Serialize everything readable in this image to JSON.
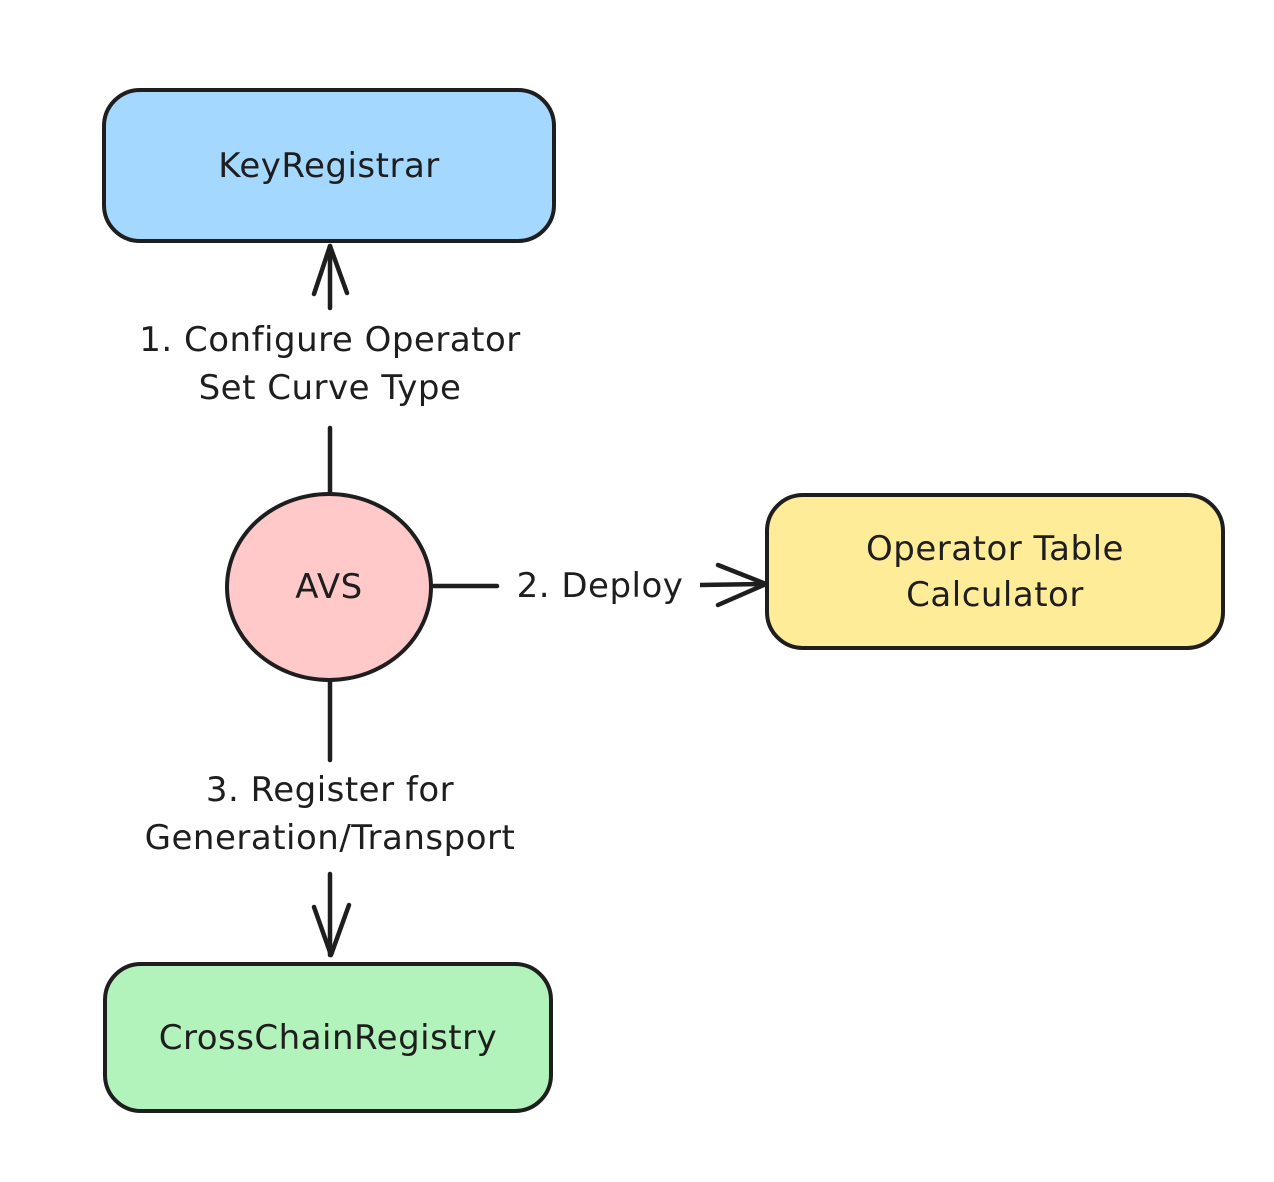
{
  "colors": {
    "background": "#ffffff",
    "stroke": "#1e1e1e",
    "key_registrar_fill": "#a5d8ff",
    "avs_fill": "#ffc9c9",
    "operator_table_calculator_fill": "#ffec99",
    "cross_chain_registry_fill": "#b2f2bb"
  },
  "nodes": {
    "key_registrar": {
      "shape": "rounded-rectangle",
      "fill": "#a5d8ff",
      "label": "KeyRegistrar"
    },
    "avs": {
      "shape": "ellipse",
      "fill": "#ffc9c9",
      "label": "AVS"
    },
    "operator_table_calculator": {
      "shape": "rounded-rectangle",
      "fill": "#ffec99",
      "label": "Operator Table Calculator",
      "label_lines": [
        "Operator Table",
        "Calculator"
      ]
    },
    "cross_chain_registry": {
      "shape": "rounded-rectangle",
      "fill": "#b2f2bb",
      "label": "CrossChainRegistry"
    }
  },
  "edges": {
    "configure": {
      "from": "AVS",
      "to": "KeyRegistrar",
      "direction": "up",
      "label": "1. Configure Operator Set Curve Type",
      "label_lines": [
        "1. Configure Operator",
        "Set Curve Type"
      ]
    },
    "deploy": {
      "from": "AVS",
      "to": "Operator Table Calculator",
      "direction": "right",
      "label": "2. Deploy",
      "label_lines": [
        "2. Deploy"
      ]
    },
    "register": {
      "from": "AVS",
      "to": "CrossChainRegistry",
      "direction": "down",
      "label": "3. Register for Generation/Transport",
      "label_lines": [
        "3. Register for",
        "Generation/Transport"
      ]
    }
  }
}
